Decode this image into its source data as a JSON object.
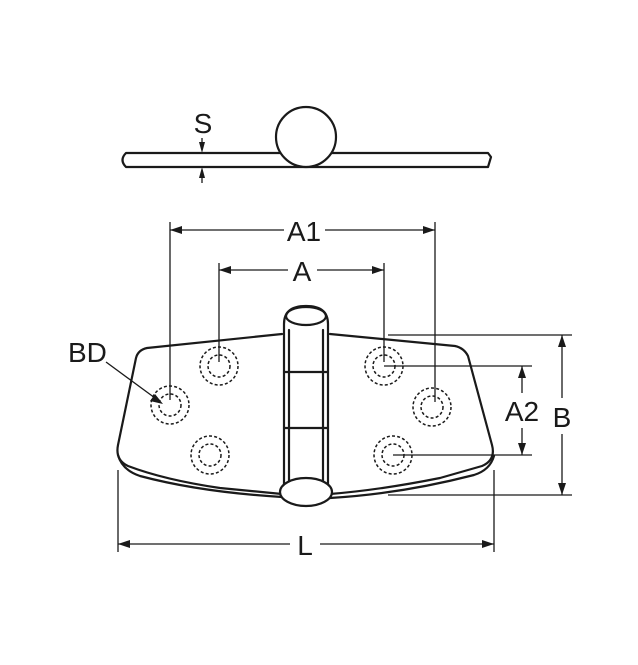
{
  "labels": {
    "s": "S",
    "a1": "A1",
    "a": "A",
    "bd": "BD",
    "a2": "A2",
    "b": "B",
    "l": "L"
  },
  "colors": {
    "line": "#1a1a1a",
    "background": "#ffffff"
  }
}
